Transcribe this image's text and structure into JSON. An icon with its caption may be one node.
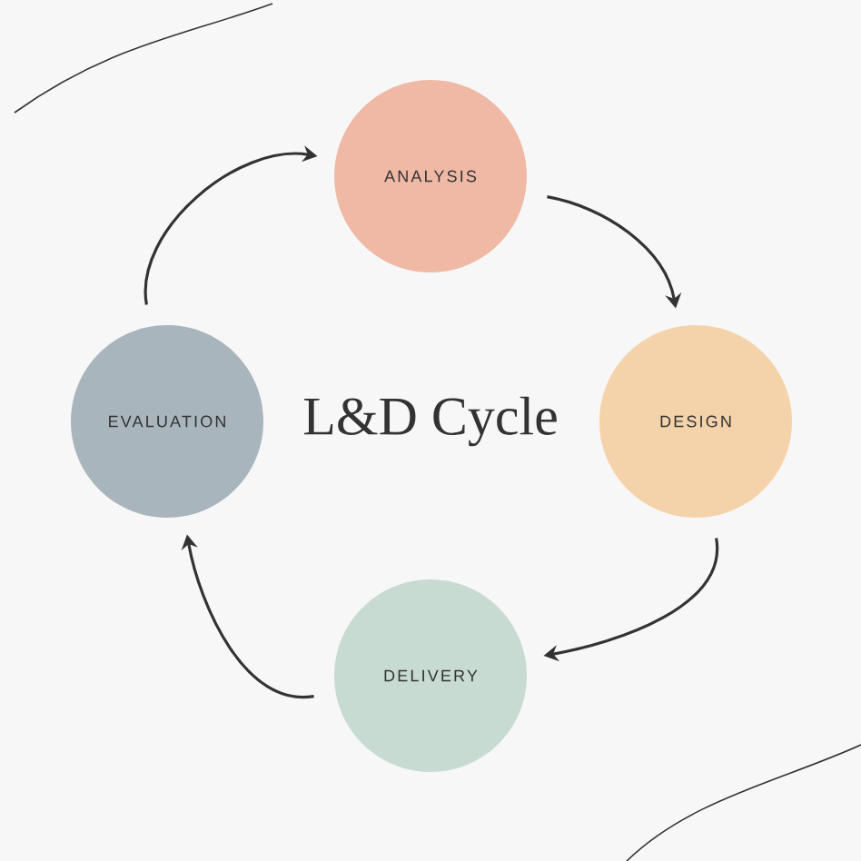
{
  "diagram": {
    "title": "L&D Cycle",
    "nodes": [
      {
        "text": [
          "ANALYSIS"
        ]
      },
      {
        "text": [
          "DESIGN"
        ]
      },
      {
        "text": [
          "DELIVERY"
        ]
      },
      {
        "text": [
          "EVALUATION"
        ]
      }
    ],
    "edges": [
      {
        "from": 0,
        "to": 1,
        "arrow": "to"
      },
      {
        "from": 1,
        "to": 2,
        "arrow": "to"
      },
      {
        "from": 2,
        "to": 3,
        "arrow": "to"
      },
      {
        "from": 3,
        "to": 0,
        "arrow": "to"
      }
    ]
  }
}
